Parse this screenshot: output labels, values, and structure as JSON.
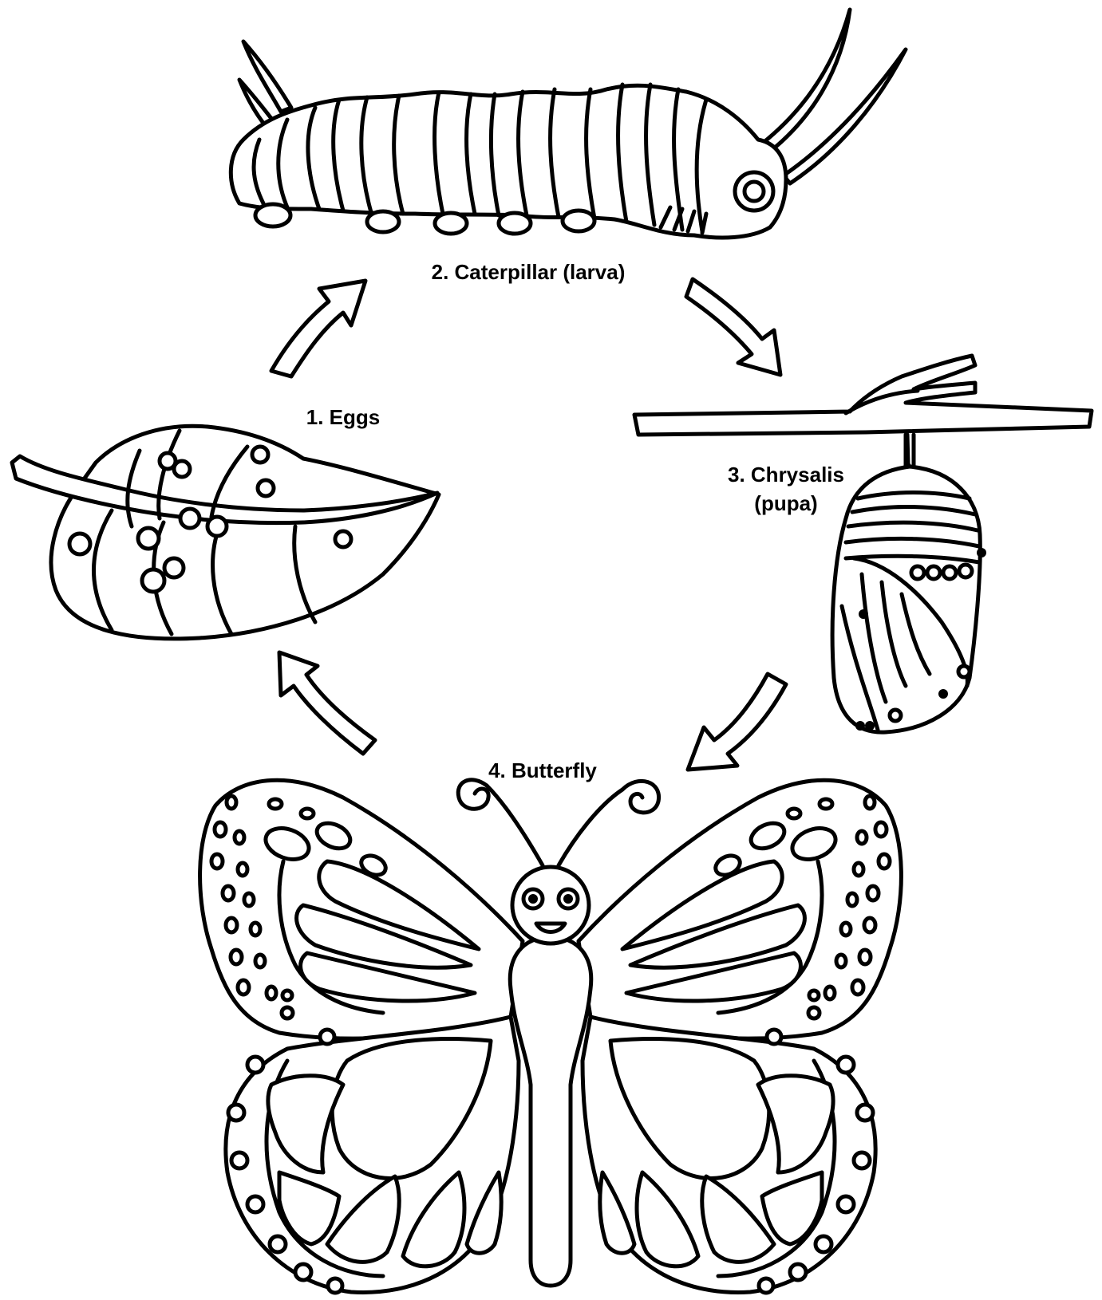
{
  "stages": [
    {
      "id": "eggs",
      "label": "1. Eggs"
    },
    {
      "id": "caterpillar",
      "label": "2. Caterpillar (larva)"
    },
    {
      "id": "chrysalis",
      "label_line1": "3. Chrysalis",
      "label_line2": "(pupa)"
    },
    {
      "id": "butterfly",
      "label": "4. Butterfly"
    }
  ],
  "colors": {
    "ink": "#000000",
    "paper": "#ffffff"
  },
  "icons": [
    "leaf-with-eggs-icon",
    "caterpillar-icon",
    "chrysalis-icon",
    "butterfly-icon",
    "cycle-arrow-icon"
  ]
}
